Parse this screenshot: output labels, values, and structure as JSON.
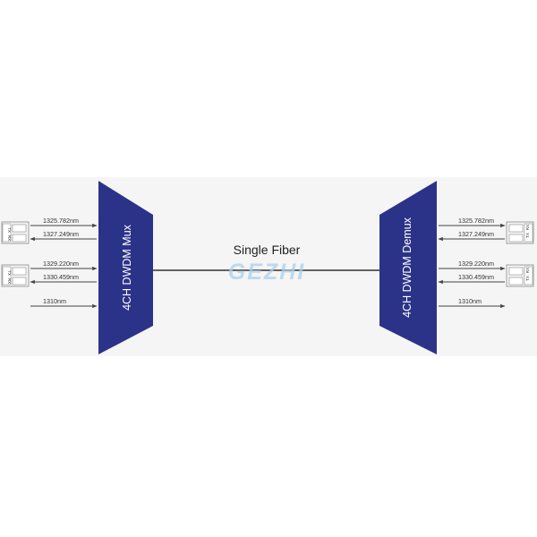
{
  "colors": {
    "device_fill": "#2b3388",
    "device_text": "#ffffff",
    "band": "#f5f5f5",
    "line": "#333333",
    "watermark": "#a9cfe8"
  },
  "mux": {
    "label": "4CH DWDM Mux"
  },
  "demux": {
    "label": "4CH DWDM Demux"
  },
  "fiber": {
    "label": "Single Fiber"
  },
  "watermark": {
    "text": "GEZHI"
  },
  "mux_channels": [
    {
      "label": "1325.782nm",
      "direction": "in"
    },
    {
      "label": "1327.249nm",
      "direction": "out"
    },
    {
      "label": "1329.220nm",
      "direction": "in"
    },
    {
      "label": "1330.459nm",
      "direction": "out"
    },
    {
      "label": "1310nm",
      "direction": "in"
    }
  ],
  "demux_channels": [
    {
      "label": "1325.782nm",
      "direction": "out"
    },
    {
      "label": "1327.249nm",
      "direction": "in"
    },
    {
      "label": "1329.220nm",
      "direction": "out"
    },
    {
      "label": "1330.459nm",
      "direction": "in"
    },
    {
      "label": "1310nm",
      "direction": "out"
    }
  ],
  "transceivers": {
    "port_a": "TX",
    "port_b": "RX"
  }
}
